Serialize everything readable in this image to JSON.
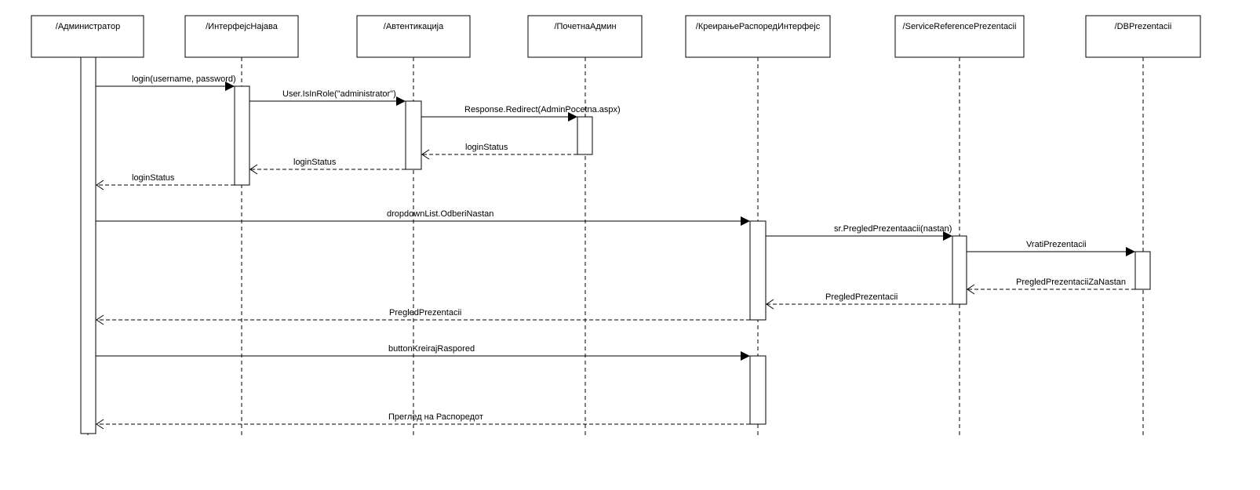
{
  "diagram": {
    "type": "sequence-diagram",
    "lifelines": [
      {
        "id": "admin",
        "label": "/Администратор"
      },
      {
        "id": "login_ui",
        "label": "/ИнтерфејсНајава"
      },
      {
        "id": "auth",
        "label": "/Автентикација"
      },
      {
        "id": "home",
        "label": "/ПочетнаАдмин"
      },
      {
        "id": "schedule_ui",
        "label": "/КреирањеРаспоредИнтерфејс"
      },
      {
        "id": "service",
        "label": "/ServiceReferencePrezentacii"
      },
      {
        "id": "db",
        "label": "/DBPrezentacii"
      }
    ],
    "messages": [
      {
        "from": "admin",
        "to": "login_ui",
        "kind": "call",
        "label": "login(username, password)"
      },
      {
        "from": "login_ui",
        "to": "auth",
        "kind": "call",
        "label": "User.IsInRole(\"administrator\")"
      },
      {
        "from": "auth",
        "to": "home",
        "kind": "call",
        "label": "Response.Redirect(AdminPocetna.aspx)"
      },
      {
        "from": "home",
        "to": "auth",
        "kind": "return",
        "label": "loginStatus"
      },
      {
        "from": "auth",
        "to": "login_ui",
        "kind": "return",
        "label": "loginStatus"
      },
      {
        "from": "login_ui",
        "to": "admin",
        "kind": "return",
        "label": "loginStatus"
      },
      {
        "from": "admin",
        "to": "schedule_ui",
        "kind": "call",
        "label": "dropdownList.OdberiNastan"
      },
      {
        "from": "schedule_ui",
        "to": "service",
        "kind": "call",
        "label": "sr.PregledPrezentaacii(nastan)"
      },
      {
        "from": "service",
        "to": "db",
        "kind": "call",
        "label": "VratiPrezentacii"
      },
      {
        "from": "db",
        "to": "service",
        "kind": "return",
        "label": "PregledPrezentaciiZaNastan"
      },
      {
        "from": "service",
        "to": "schedule_ui",
        "kind": "return",
        "label": "PregledPrezentacii"
      },
      {
        "from": "schedule_ui",
        "to": "admin",
        "kind": "return",
        "label": "PregledPrezentacii"
      },
      {
        "from": "admin",
        "to": "schedule_ui",
        "kind": "call",
        "label": "buttonKreirajRaspored"
      },
      {
        "from": "schedule_ui",
        "to": "admin",
        "kind": "return",
        "label": "Преглед на Распоредот"
      }
    ]
  }
}
